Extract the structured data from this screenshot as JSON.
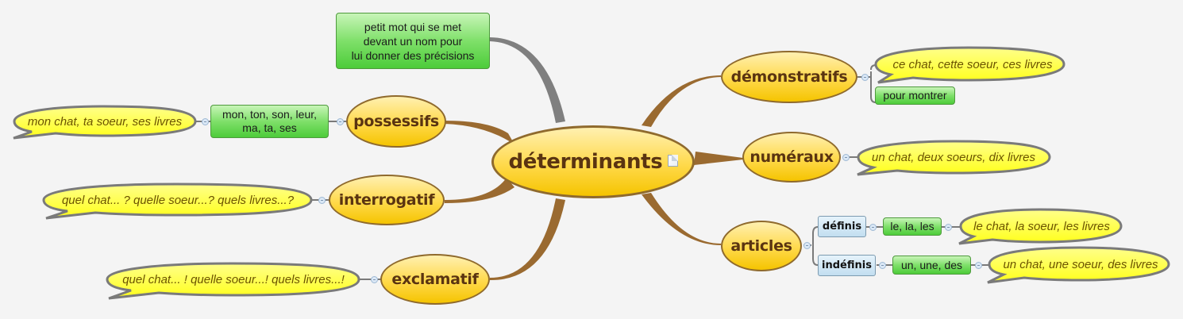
{
  "central": {
    "label": "déterminants",
    "icon": "note-icon"
  },
  "definition": {
    "lines": [
      "petit mot qui se met",
      "devant un nom pour",
      "lui donner des précisions"
    ]
  },
  "branches": {
    "possessifs": {
      "label": "possessifs",
      "forms": [
        "mon, ton, son, leur,",
        "ma, ta, ses"
      ],
      "example": "mon chat, ta soeur, ses livres"
    },
    "interrogatif": {
      "label": "interrogatif",
      "example": "quel chat... ? quelle soeur...? quels livres...?"
    },
    "exclamatif": {
      "label": "exclamatif",
      "example": "quel chat... ! quelle soeur...! quels livres...!"
    },
    "demonstratifs": {
      "label": "démonstratifs",
      "example": "ce chat,  cette soeur, ces livres",
      "purpose": "pour montrer"
    },
    "numeraux": {
      "label": "numéraux",
      "example": "un chat, deux soeurs, dix livres"
    },
    "articles": {
      "label": "articles",
      "definis": {
        "label": "définis",
        "forms": "le, la, les",
        "example": "le chat, la soeur, les livres"
      },
      "indefinis": {
        "label": "indéfinis",
        "forms": "un, une, des",
        "example": "un chat, une soeur, des livres"
      }
    }
  },
  "colors": {
    "branch": "#9a6a30",
    "definition_link": "#7f7f7f",
    "oval_fill": "#ffd94a",
    "oval_border": "#8f6a2d",
    "oval_text": "#5a3411",
    "bubble_fill": "#ffff33",
    "bubble_border": "#7a7a7a",
    "bubble_text": "#6b5300",
    "green_box": "#7fe06a",
    "blue_box": "#c2def0",
    "background": "#f4f4f4"
  }
}
